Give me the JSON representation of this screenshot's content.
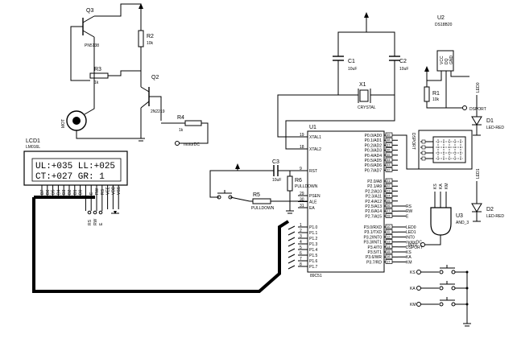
{
  "labels": {
    "q3": "Q3",
    "q3_part": "PN5138",
    "r2": "R2",
    "r2_val": "10k",
    "r3": "R3",
    "r3_val": "1k",
    "q2": "Q2",
    "q2_part": "2N2219",
    "r4": "R4",
    "r4_val": "1k",
    "motor": "motorDC",
    "mot": "MOT",
    "lcd_ref": "LCD1",
    "lcd_part": "LM016L",
    "lcd_line1": "UL:+035 LL:+025",
    "lcd_line2": "CT:+027 GR:  1",
    "c1": "C1",
    "c1_val": "10uF",
    "c2": "C2",
    "c2_val": "10uF",
    "x1": "X1",
    "x1_val": "CRYSTAL",
    "u1": "U1",
    "u1_part": "89C51",
    "u2": "U2",
    "u2_part": "DS18B20",
    "r1": "R1",
    "r1_val": "10k",
    "dsport": "DSPORT",
    "d1": "D1",
    "d1_part": "LED-RED",
    "led0": "LED0",
    "d2": "D2",
    "d2_part": "LED-RED",
    "led1": "LED1",
    "c3": "C3",
    "c3_val": "10uF",
    "r6": "R6",
    "r6_val": "PULLDOWN",
    "r5": "R5",
    "r5_val": "PULLDOWN",
    "u3": "U3",
    "u3_part": "AND_3",
    "int0": "INT0",
    "ks": "KS",
    "ka": "KA",
    "km": "KM"
  },
  "lcd_pins": [
    "D7",
    "D6",
    "D5",
    "D4",
    "D3",
    "D2",
    "D1",
    "D0",
    "",
    "E",
    "RW",
    "RS",
    "VEE",
    "VDD",
    "VSS"
  ],
  "lcd_nets": [
    "RS",
    "RW",
    "E"
  ],
  "mcu_left_top": [
    "XTAL1",
    "XTAL2"
  ],
  "mcu_left_mid": [
    "RST",
    "PSEN",
    "ALE",
    "EA"
  ],
  "mcu_left_p1": [
    "P1.0",
    "P1.1",
    "P1.2",
    "P1.3",
    "P1.4",
    "P1.5",
    "P1.6",
    "P1.7"
  ],
  "mcu_right_p0": [
    "P0.0/AD0",
    "P0.1/AD1",
    "P0.2/AD2",
    "P0.3/AD3",
    "P0.4/AD4",
    "P0.5/AD5",
    "P0.6/AD6",
    "P0.7/AD7"
  ],
  "mcu_right_p2": [
    "P2.0/A8",
    "P2.1/A9",
    "P2.2/A10",
    "P2.3/A11",
    "P2.4/A12",
    "P2.5/A13",
    "P2.6/A14",
    "P2.7/A15"
  ],
  "mcu_right_p3": [
    "P3.0/RXD",
    "P3.1/TXD",
    "P3.2/INT0",
    "P3.3/INT1",
    "P3.4/T0",
    "P3.5/T1",
    "P3.6/WR",
    "P3.7/RD"
  ],
  "p2_nets": [
    "RS",
    "RW",
    "E"
  ],
  "p3_nets": [
    "LED0",
    "LED1",
    "INT0",
    "motorDC",
    "DSPORT",
    "KS",
    "KA",
    "KM"
  ],
  "ds_pins": [
    "VCC",
    "DQ",
    "GND"
  ],
  "and_inputs": [
    "KS",
    "KA",
    "KM"
  ]
}
